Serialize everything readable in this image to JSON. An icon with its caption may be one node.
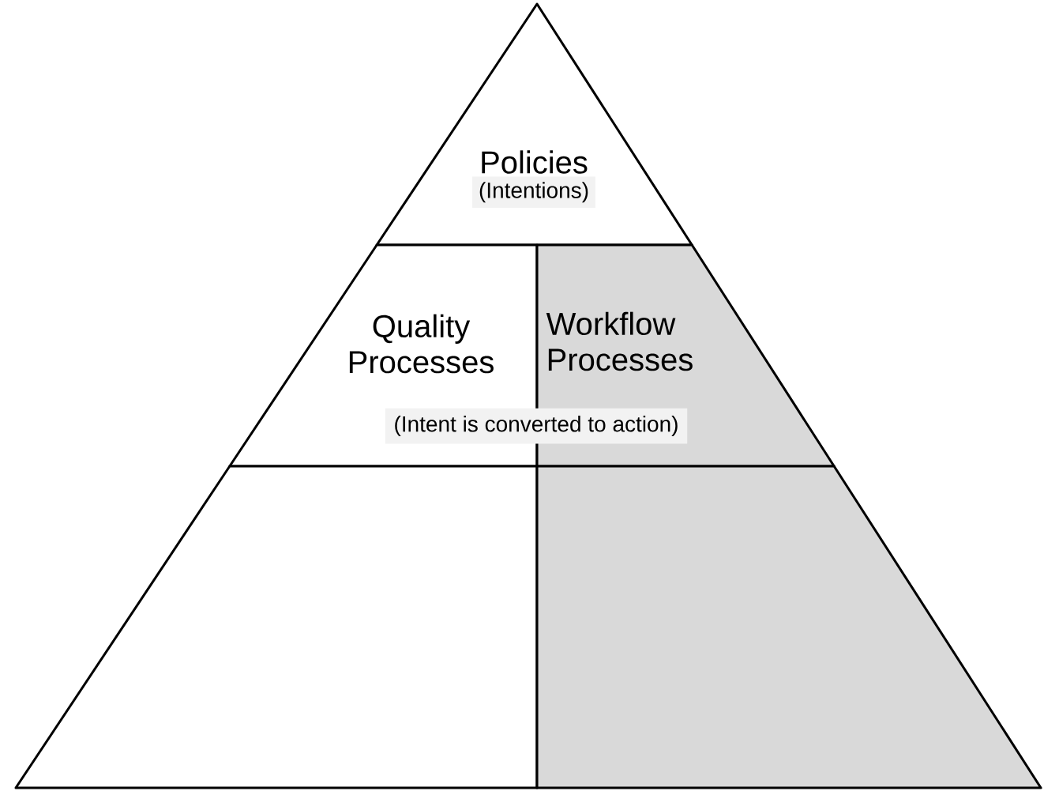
{
  "diagram": {
    "nodes": [
      {
        "text": [
          "Policies",
          "(Intentions)"
        ]
      },
      {
        "text": [
          "Quality Processes"
        ]
      },
      {
        "text": [
          "Workflow Processes"
        ]
      },
      {
        "text": [],
        "shape": "box"
      },
      {
        "text": [],
        "shape": "box"
      }
    ],
    "labels": [
      "(Intent is converted to action)"
    ]
  }
}
